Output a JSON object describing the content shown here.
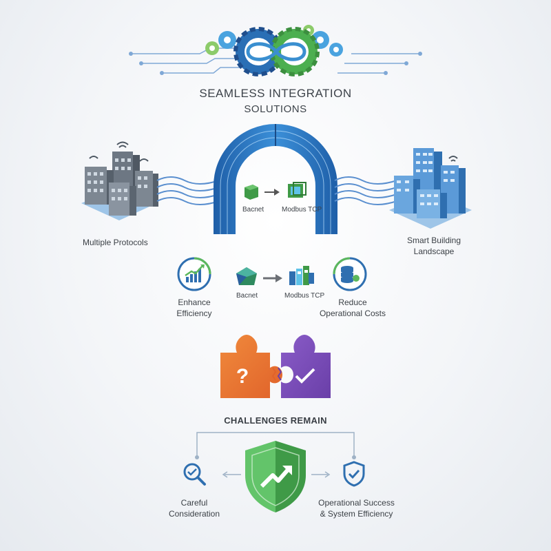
{
  "header": {
    "title_line1": "SEAMLESS INTEGRATION",
    "title_line2": "SOLUTIONS",
    "gear_icon": "gears-infinity-icon"
  },
  "left_buildings": {
    "label": "Multiple Protocols",
    "icon": "office-buildings-icon"
  },
  "right_buildings": {
    "label_line1": "Smart Building",
    "label_line2": "Landscape",
    "icon": "smart-buildings-icon"
  },
  "arch": {
    "from_label": "Bacnet",
    "to_label": "Modbus TCP"
  },
  "benefits": {
    "left": {
      "label_line1": "Enhance",
      "label_line2": "Efficiency",
      "icon": "growth-chart-icon"
    },
    "middle_from": "Bacnet",
    "middle_to": "Modbus TCP",
    "right": {
      "label_line1": "Reduce",
      "label_line2": "Operational Costs",
      "icon": "database-coins-icon"
    }
  },
  "puzzle": {
    "left_icon": "question-puzzle-icon",
    "right_icon": "check-puzzle-icon"
  },
  "challenges": {
    "title": "CHALLENGES REMAIN"
  },
  "bottom": {
    "left": {
      "label_line1": "Careful",
      "label_line2": "Consideration",
      "icon": "magnifier-check-icon"
    },
    "center_icon": "shield-arrow-icon",
    "right": {
      "label_line1": "Operational Success",
      "label_line2": "& System Efficiency",
      "icon": "shield-check-icon"
    }
  },
  "colors": {
    "blue": "#2f78c4",
    "dark_blue": "#1f4e8c",
    "green": "#5cb85c",
    "orange": "#e8762f",
    "purple": "#7b4fb8",
    "gray": "#6b7280"
  }
}
